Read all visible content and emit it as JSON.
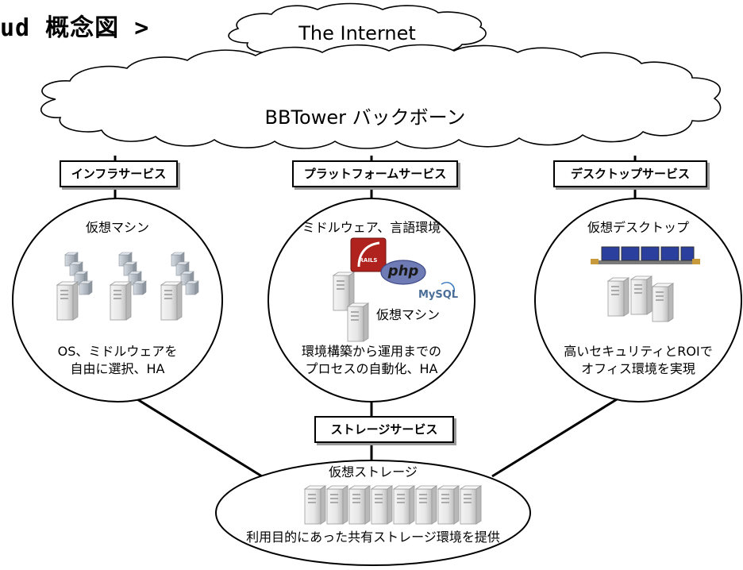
{
  "title": "ud 概念図 >",
  "internet": {
    "label": "The Internet"
  },
  "backbone": {
    "label": "BBTower バックボーン"
  },
  "infra": {
    "service": "インフラサービス",
    "top": "仮想マシン",
    "bottom_line1": "OS、ミドルウェアを",
    "bottom_line2": "自由に選択、HA"
  },
  "platform": {
    "service": "プラットフォームサービス",
    "top": "ミドルウェア、言語環境",
    "logo_rails": "RAILS",
    "logo_php": "php",
    "logo_mysql": "MySQL",
    "vm": "仮想マシン",
    "bottom_line1": "環境構築から運用までの",
    "bottom_line2": "プロセスの自動化、HA"
  },
  "desktop": {
    "service": "デスクトップサービス",
    "top": "仮想デスクトップ",
    "bottom_line1": "高いセキュリティとROIで",
    "bottom_line2": "オフィス環境を実現"
  },
  "storage": {
    "service": "ストレージサービス",
    "top": "仮想ストレージ",
    "bottom": "利用目的にあった共有ストレージ環境を提供"
  }
}
